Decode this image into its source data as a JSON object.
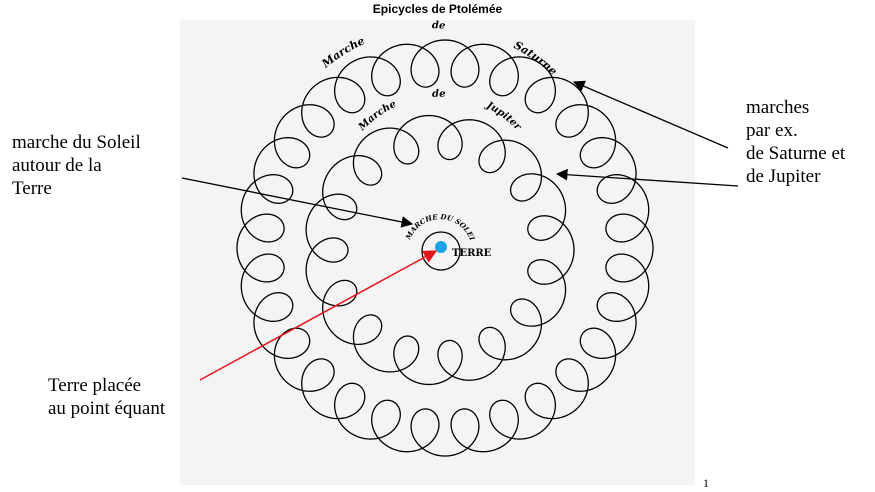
{
  "title": "Epicycles de Ptolémée",
  "engraving": {
    "saturn_words": [
      "Marche",
      "de",
      "Saturne"
    ],
    "jupiter_words": [
      "Marche",
      "de",
      "Jupiter"
    ],
    "soleil_label": "MARCHE DU SOLEIL",
    "terre_label": "TERRE"
  },
  "annotations": {
    "soleil_lines": [
      "marche du Soleil",
      "autour de la",
      "Terre"
    ],
    "planets_lines": [
      "marches",
      "par ex.",
      "de Saturne et",
      "de Jupiter"
    ],
    "equant_lines": [
      "Terre placée",
      "au point équant"
    ]
  },
  "page_number": "1",
  "colors": {
    "earth_dot": "#1aa3e8",
    "red_arrow": "#e3141c",
    "ink": "#000000",
    "plate_bg": "#f4f4f4"
  }
}
